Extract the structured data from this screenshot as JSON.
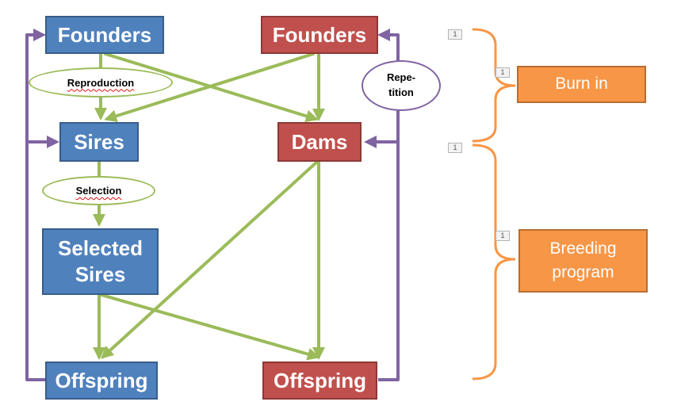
{
  "colors": {
    "blue_box": "#4f81bd",
    "red_box": "#c0504d",
    "orange_box": "#f79646",
    "green_arrow": "#9bbb59",
    "purple_arrow": "#8064a2",
    "orange_brace": "#f79646"
  },
  "nodes": {
    "founders_sires": "Founders",
    "founders_dams": "Founders",
    "sires": "Sires",
    "dams": "Dams",
    "selected_sires": [
      "Selected",
      "Sires"
    ],
    "offspring_sires": "Offspring",
    "offspring_dams": "Offspring"
  },
  "process_labels": {
    "reproduction": "Reproduction",
    "selection": "Selection",
    "repetition": [
      "Repe-",
      "tition"
    ]
  },
  "phases": {
    "burn_in": "Burn in",
    "breeding_program": [
      "Breeding",
      "program"
    ]
  },
  "comment_tags": [
    "1",
    "1",
    "1",
    "1"
  ]
}
